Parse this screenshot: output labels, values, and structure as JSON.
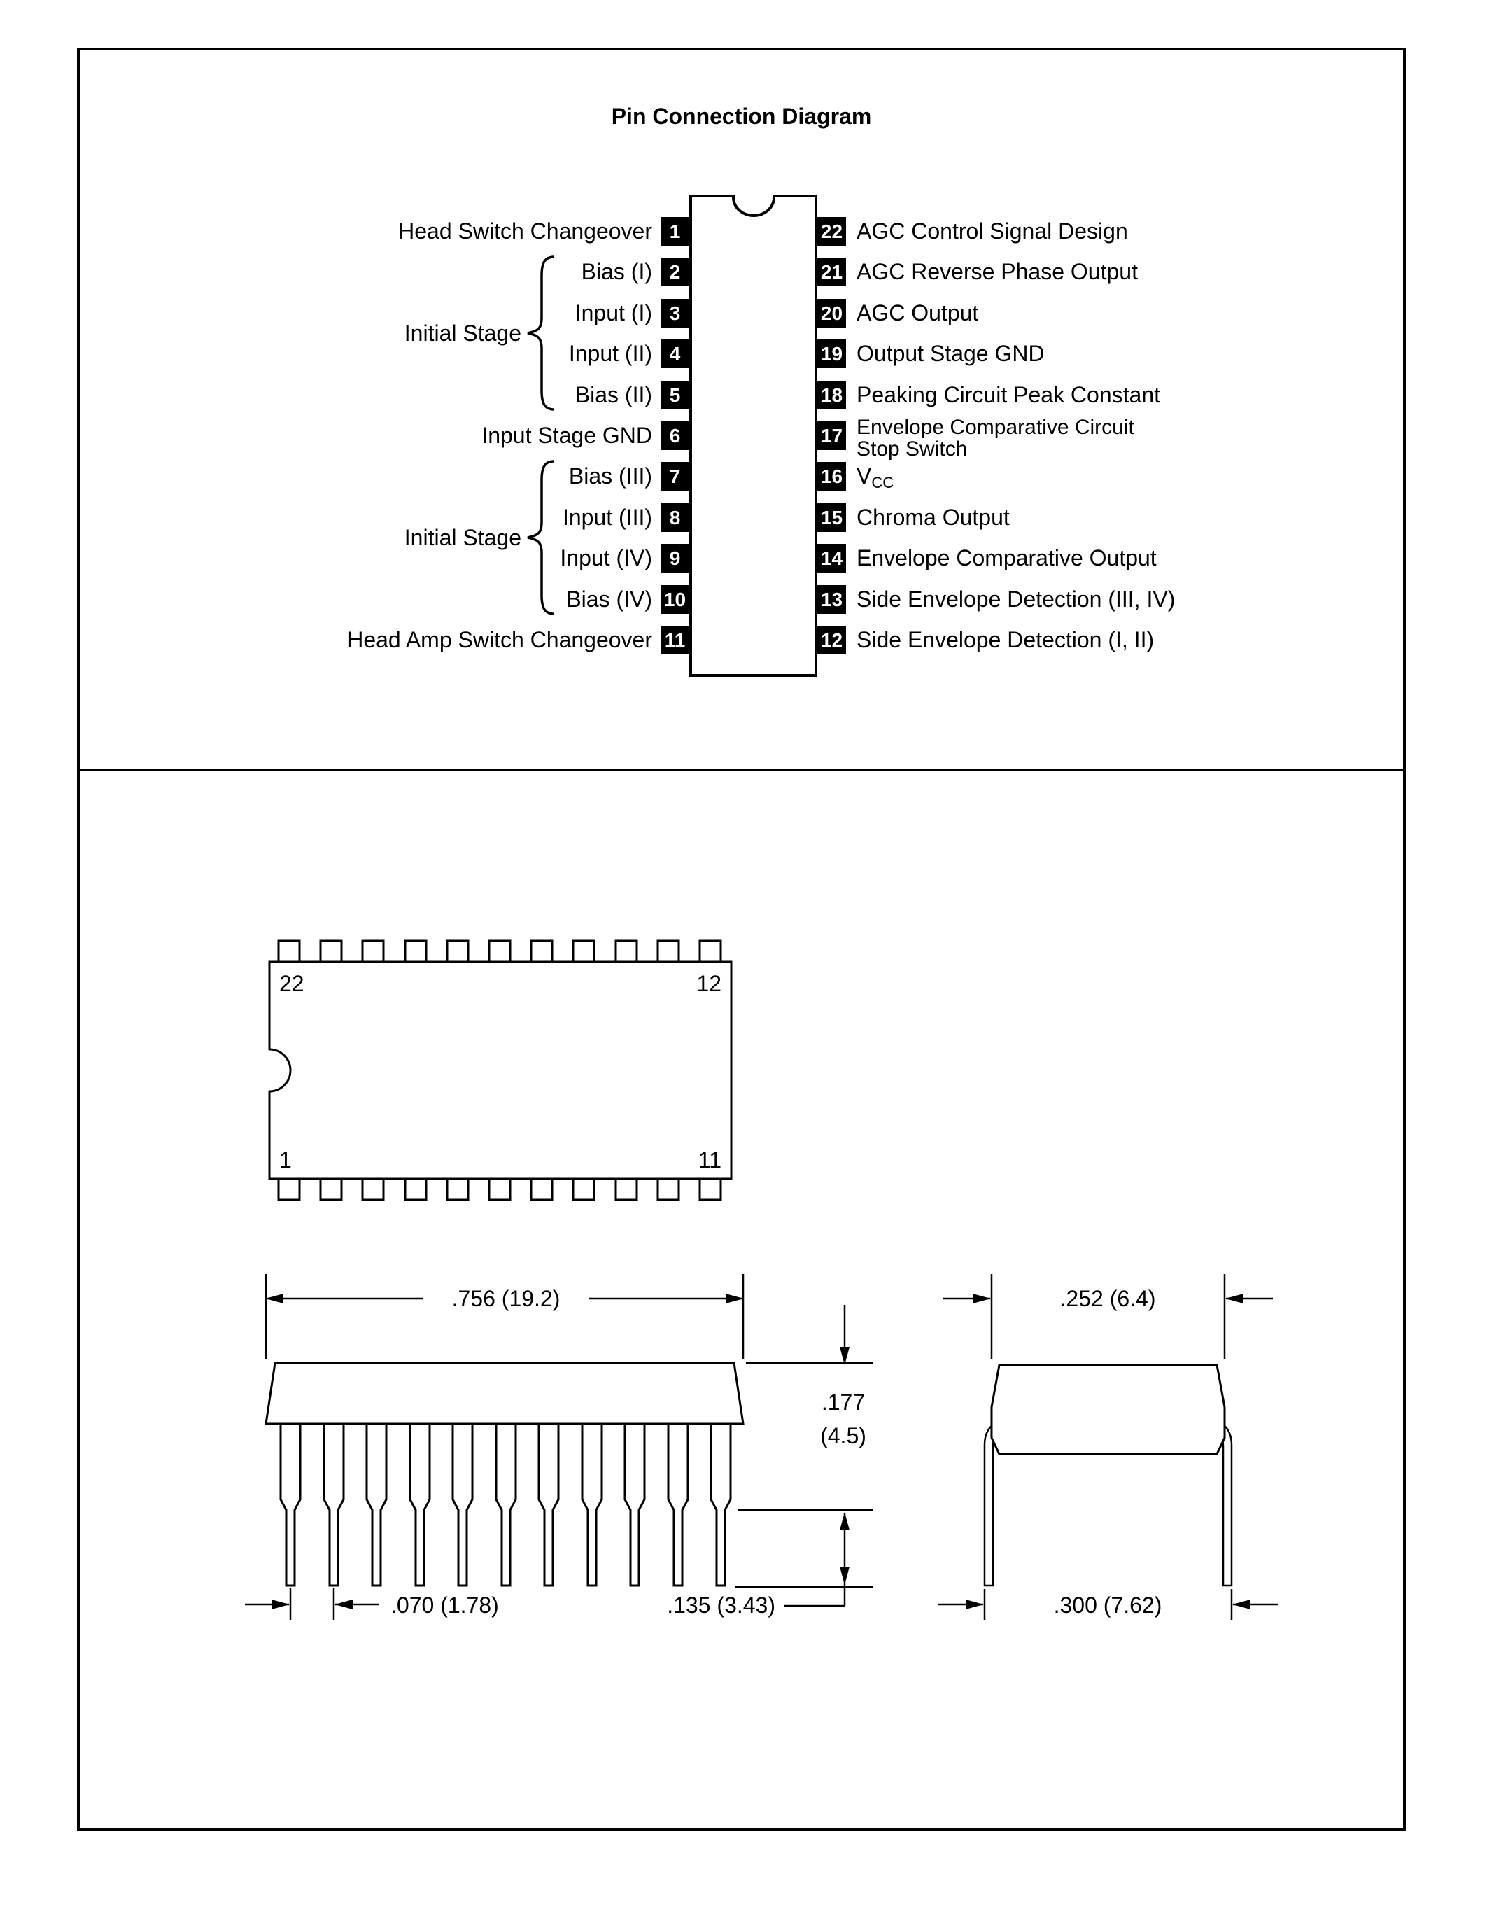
{
  "title": "Pin Connection Diagram",
  "pin_diagram": {
    "left_pins": [
      {
        "num": "1",
        "label": "Head Switch Changeover"
      },
      {
        "num": "2",
        "label": "Bias (I)"
      },
      {
        "num": "3",
        "label": "Input (I)"
      },
      {
        "num": "4",
        "label": "Input (II)"
      },
      {
        "num": "5",
        "label": "Bias (II)"
      },
      {
        "num": "6",
        "label": "Input Stage GND"
      },
      {
        "num": "7",
        "label": "Bias (III)"
      },
      {
        "num": "8",
        "label": "Input (III)"
      },
      {
        "num": "9",
        "label": "Input (IV)"
      },
      {
        "num": "10",
        "label": "Bias (IV)"
      },
      {
        "num": "11",
        "label": "Head Amp Switch Changeover"
      }
    ],
    "right_pins": [
      {
        "num": "22",
        "label": "AGC Control Signal Design"
      },
      {
        "num": "21",
        "label": "AGC Reverse Phase Output"
      },
      {
        "num": "20",
        "label": "AGC Output"
      },
      {
        "num": "19",
        "label": "Output Stage GND"
      },
      {
        "num": "18",
        "label": "Peaking Circuit Peak Constant"
      },
      {
        "num": "17",
        "label": "Envelope Comparative Circuit",
        "label2": "Stop Switch"
      },
      {
        "num": "16",
        "label": "V",
        "sub": "CC"
      },
      {
        "num": "15",
        "label": "Chroma Output"
      },
      {
        "num": "14",
        "label": "Envelope Comparative Output"
      },
      {
        "num": "13",
        "label": "Side Envelope Detection (III, IV)"
      },
      {
        "num": "12",
        "label": "Side Envelope Detection (I, II)"
      }
    ],
    "group_labels": [
      "Initial Stage",
      "Initial Stage"
    ]
  },
  "package": {
    "top_view": {
      "pin_top_left": "22",
      "pin_top_right": "12",
      "pin_bottom_left": "1",
      "pin_bottom_right": "11"
    },
    "dims": {
      "body_width": ".756 (19.2)",
      "body_height": [
        ".177",
        "(4.5)"
      ],
      "lead_pitch": ".070 (1.78)",
      "lead_tip_length": ".135 (3.43)",
      "body_depth": ".252 (6.4)",
      "lead_span": ".300 (7.62)"
    }
  }
}
